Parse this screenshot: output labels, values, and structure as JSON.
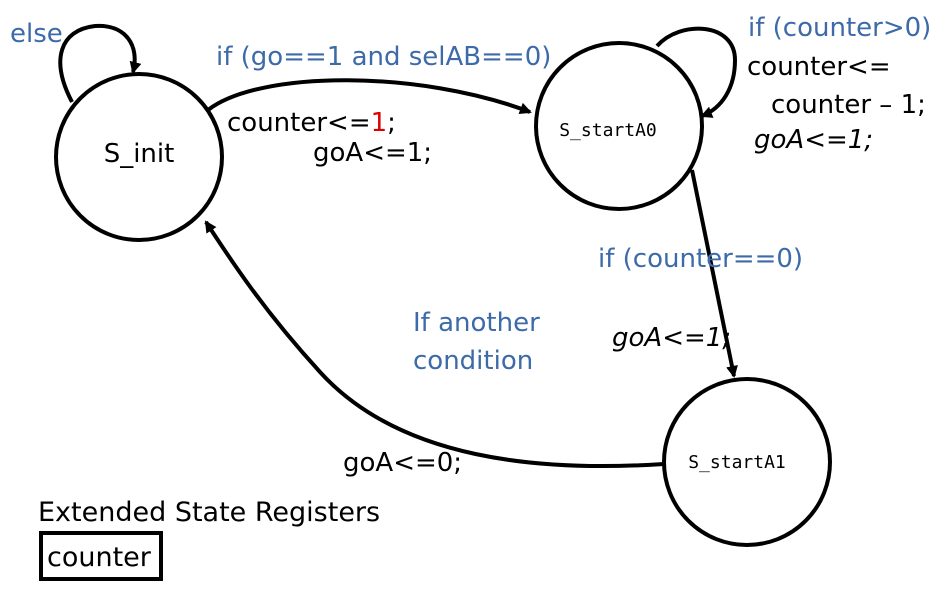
{
  "states": {
    "init": "S_init",
    "startA0": "S_startA0",
    "startA1": "S_startA1"
  },
  "transitions": {
    "init_self": {
      "condition": "else"
    },
    "init_to_startA0": {
      "condition": "if (go==1 and selAB==0)",
      "action_line1_prefix": "counter<=",
      "action_line1_value": "1",
      "action_line1_suffix": ";",
      "action_line2": "goA<=1;"
    },
    "startA0_self": {
      "condition": "if (counter>0)",
      "action_line1": "counter<=",
      "action_line2": "counter – 1;",
      "action_line3": "goA<=1;"
    },
    "startA0_to_startA1": {
      "condition": "if (counter==0)",
      "action": "goA<=1;"
    },
    "startA1_to_init": {
      "condition_line1": "If another",
      "condition_line2": "condition",
      "action": "goA<=0;"
    }
  },
  "registers": {
    "title": "Extended State Registers",
    "items": [
      "counter"
    ]
  },
  "colors": {
    "condition_text": "#3d6aa8",
    "highlight_value": "#e00000",
    "stroke": "#000000"
  }
}
